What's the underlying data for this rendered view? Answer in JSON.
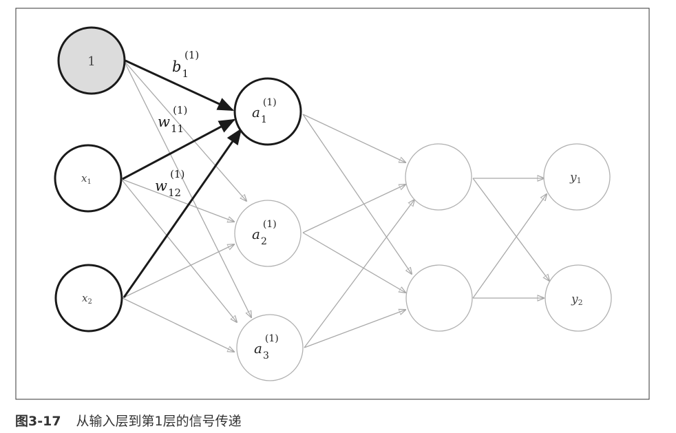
{
  "diagram": {
    "nodes": {
      "bias": "1",
      "x1": {
        "base": "x",
        "sub": "1"
      },
      "x2": {
        "base": "x",
        "sub": "2"
      },
      "a1": {
        "base": "a",
        "sub": "1",
        "sup": "(1)"
      },
      "a2": {
        "base": "a",
        "sub": "2",
        "sup": "(1)"
      },
      "a3": {
        "base": "a",
        "sub": "3",
        "sup": "(1)"
      },
      "y1": {
        "base": "y",
        "sub": "1"
      },
      "y2": {
        "base": "y",
        "sub": "2"
      }
    },
    "edge_labels": {
      "b1": {
        "base": "b",
        "sub": "1",
        "sup": "(1)"
      },
      "w11": {
        "base": "w",
        "sub": "11",
        "sup": "(1)"
      },
      "w12": {
        "base": "w",
        "sub": "12",
        "sup": "(1)"
      }
    },
    "colors": {
      "highlight": "#1a1a1a",
      "faded": "#a8a8a8",
      "bias_fill": "#dcdcdc"
    }
  },
  "caption": {
    "number": "图3-17",
    "text": "从输入层到第1层的信号传递"
  }
}
